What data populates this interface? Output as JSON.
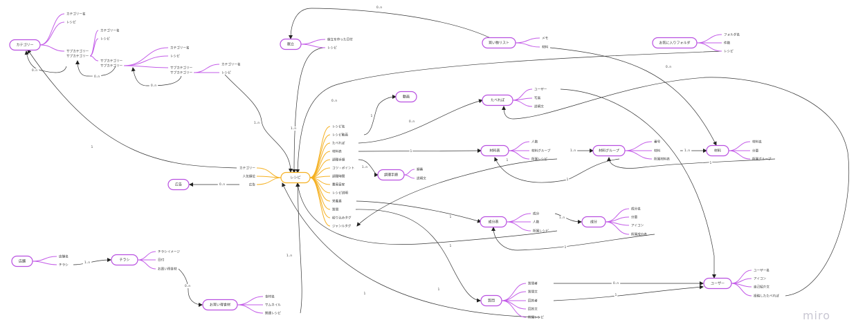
{
  "app": {
    "watermark": "miro"
  },
  "colors": {
    "entity": "#b84fe0",
    "main_entity": "#f5b020",
    "connector": "#333333"
  },
  "entities": [
    {
      "id": "category",
      "label": "カテゴリー",
      "attrs": [
        "カテゴリー名",
        "レシピ",
        "サブカテゴリー"
      ]
    },
    {
      "id": "sub1",
      "label": "サブカテゴリー",
      "attrs": [
        "カテゴリー名",
        "レシピ",
        "サブカテゴリー"
      ]
    },
    {
      "id": "sub2",
      "label": "サブカテゴリー",
      "attrs": [
        "カテゴリー名",
        "レシピ",
        "サブカテゴリー"
      ]
    },
    {
      "id": "sub3",
      "label": "サブカテゴリー",
      "attrs": [
        "カテゴリー名",
        "レシピ"
      ]
    },
    {
      "id": "menu",
      "label": "献立",
      "attrs": [
        "献立を作った日付",
        "レシピ"
      ]
    },
    {
      "id": "shopping",
      "label": "買い物リスト",
      "attrs": [
        "メモ",
        "材料"
      ]
    },
    {
      "id": "favorite",
      "label": "お気に入りフォルダ",
      "attrs": [
        "フォルダ名",
        "件数",
        "レシピ"
      ]
    },
    {
      "id": "video",
      "label": "動画",
      "attrs": []
    },
    {
      "id": "tabereport",
      "label": "たべれぽ",
      "attrs": [
        "ユーザー",
        "写真",
        "説明文"
      ]
    },
    {
      "id": "recipe",
      "label": "レシピ",
      "main": true,
      "attrs_left": [
        "カテゴリー",
        "人気順位",
        "広告"
      ],
      "attrs": [
        "レシピ名",
        "レシピ動画",
        "たべれぽ",
        "材料表",
        "調理手順",
        "コツ・ポイント",
        "調理時間",
        "費用目安",
        "レシピ説明",
        "栄養素",
        "質問",
        "絞り込みタグ",
        "ジャンルタグ"
      ]
    },
    {
      "id": "ad",
      "label": "広告",
      "attrs": []
    },
    {
      "id": "steps",
      "label": "調理手順",
      "attrs": [
        "順番",
        "説明文"
      ]
    },
    {
      "id": "ingtable",
      "label": "材料表",
      "attrs": [
        "人数",
        "材料グループ",
        "所属レシピ"
      ]
    },
    {
      "id": "inggroup",
      "label": "材料グループ",
      "attrs": [
        "番号",
        "材料",
        "所属材料表"
      ]
    },
    {
      "id": "ingredient",
      "label": "材料",
      "attrs": [
        "材料名",
        "分量",
        "所属グループ"
      ]
    },
    {
      "id": "nutrtable",
      "label": "成分表",
      "attrs": [
        "成分",
        "人数",
        "所属レシピ"
      ]
    },
    {
      "id": "nutrient",
      "label": "成分",
      "attrs": [
        "成分名",
        "分量",
        "アイコン",
        "所属成分表"
      ]
    },
    {
      "id": "store",
      "label": "店舗",
      "attrs": [
        "店舗名",
        "チラシ"
      ]
    },
    {
      "id": "flyer",
      "label": "チラシ",
      "attrs": [
        "チラシイメージ",
        "日付",
        "お買い得食材"
      ]
    },
    {
      "id": "bargain",
      "label": "お買い得食材",
      "attrs": [
        "食材名",
        "サムネイル",
        "関連レシピ"
      ]
    },
    {
      "id": "question",
      "label": "質問",
      "attrs": [
        "質問者",
        "質問文",
        "回答者",
        "回答文",
        "所属レシピ"
      ]
    },
    {
      "id": "user",
      "label": "ユーザー",
      "attrs": [
        "ユーザー名",
        "アイコン",
        "自己紹介文",
        "投稿したたべれぽ"
      ]
    }
  ],
  "cardinalities": [
    "0..n",
    "0..n",
    "0..n",
    "0..n",
    "1..n",
    "0..n",
    "1..n",
    "1",
    "0..n",
    "1",
    "1..n",
    "1..n",
    "1..n",
    "1",
    "1",
    "0..n",
    "1",
    "1",
    "1..n",
    "1",
    "1",
    "1..n",
    "0..n",
    "1..n",
    "0..n",
    "1",
    "1",
    "1",
    "0..n",
    "1"
  ]
}
